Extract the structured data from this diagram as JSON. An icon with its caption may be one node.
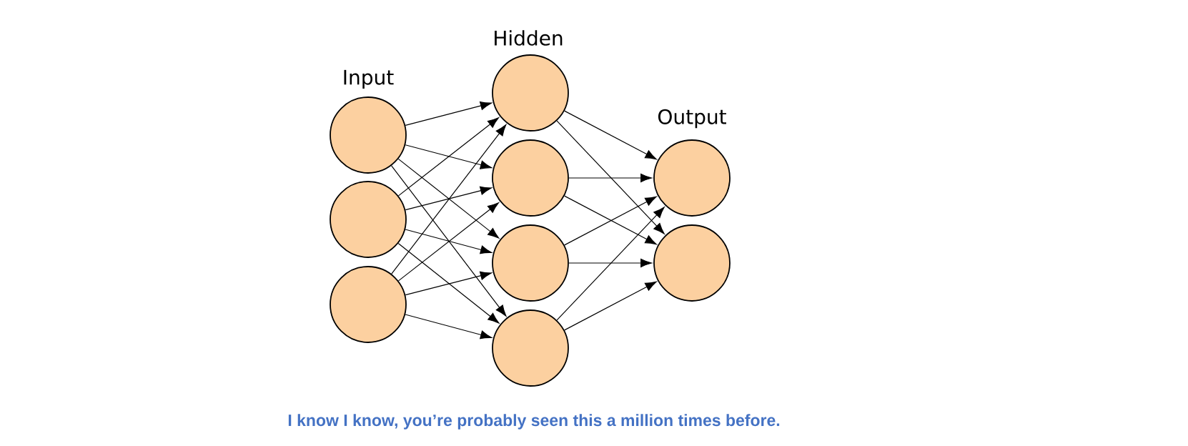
{
  "diagram": {
    "caption": "I know I know, you’re probably seen this a million times before.",
    "nodes": [
      {
        "text": [],
        "shape": "circle"
      },
      {
        "text": [],
        "shape": "circle"
      },
      {
        "text": [],
        "shape": "circle"
      },
      {
        "text": [],
        "shape": "circle"
      },
      {
        "text": [],
        "shape": "circle"
      },
      {
        "text": [],
        "shape": "circle"
      },
      {
        "text": [],
        "shape": "circle"
      },
      {
        "text": [],
        "shape": "circle"
      },
      {
        "text": [],
        "shape": "circle"
      }
    ],
    "edges": [
      {
        "from": 0,
        "to": 3,
        "arrow": "to"
      },
      {
        "from": 0,
        "to": 4,
        "arrow": "to"
      },
      {
        "from": 0,
        "to": 5,
        "arrow": "to"
      },
      {
        "from": 0,
        "to": 6,
        "arrow": "to"
      },
      {
        "from": 1,
        "to": 3,
        "arrow": "to"
      },
      {
        "from": 1,
        "to": 4,
        "arrow": "to"
      },
      {
        "from": 1,
        "to": 5,
        "arrow": "to"
      },
      {
        "from": 1,
        "to": 6,
        "arrow": "to"
      },
      {
        "from": 2,
        "to": 3,
        "arrow": "to"
      },
      {
        "from": 2,
        "to": 4,
        "arrow": "to"
      },
      {
        "from": 2,
        "to": 5,
        "arrow": "to"
      },
      {
        "from": 2,
        "to": 6,
        "arrow": "to"
      },
      {
        "from": 3,
        "to": 7,
        "arrow": "to"
      },
      {
        "from": 3,
        "to": 8,
        "arrow": "to"
      },
      {
        "from": 4,
        "to": 7,
        "arrow": "to"
      },
      {
        "from": 4,
        "to": 8,
        "arrow": "to"
      },
      {
        "from": 5,
        "to": 7,
        "arrow": "to"
      },
      {
        "from": 5,
        "to": 8,
        "arrow": "to"
      },
      {
        "from": 6,
        "to": 7,
        "arrow": "to"
      },
      {
        "from": 6,
        "to": 8,
        "arrow": "to"
      }
    ],
    "labels": [
      "Hidden",
      "Input",
      "Output"
    ]
  }
}
